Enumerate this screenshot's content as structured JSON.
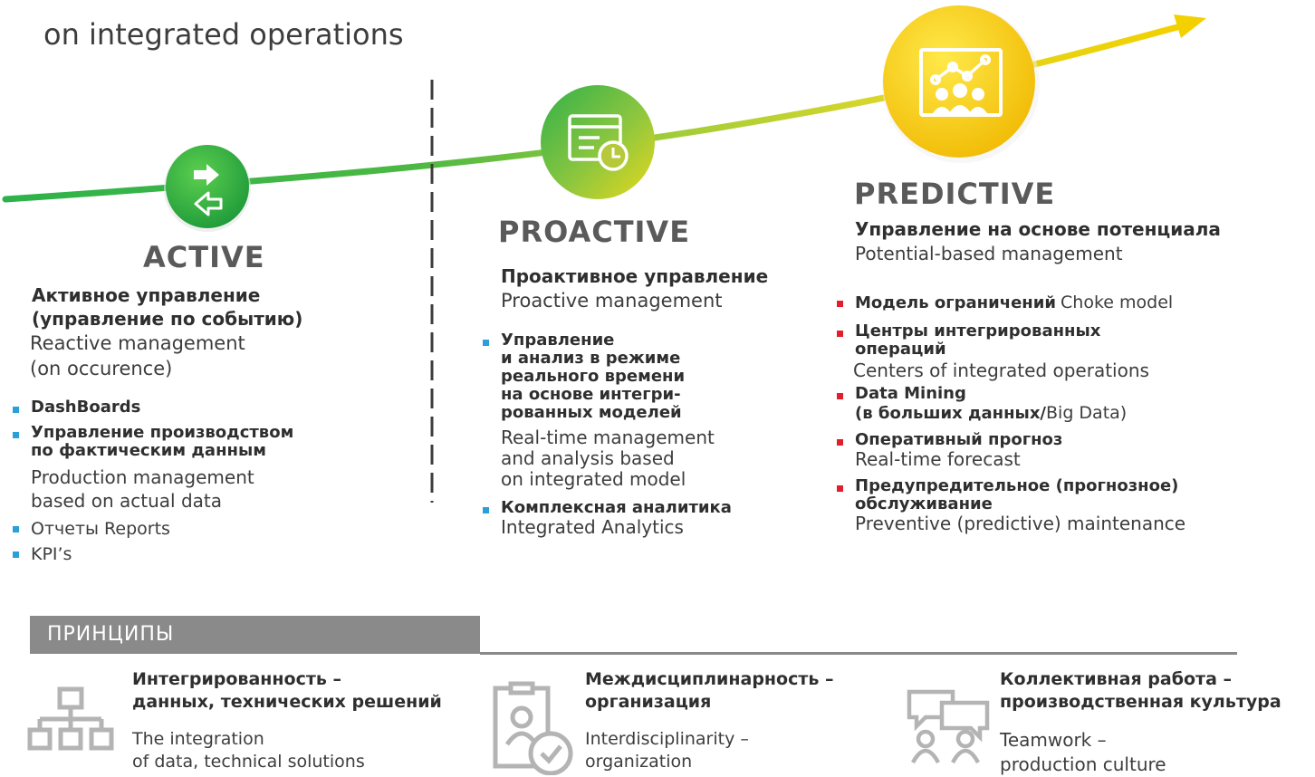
{
  "header": {
    "title": "on integrated operations"
  },
  "stages": [
    {
      "id": "active",
      "title": "ACTIVE",
      "heading_ru_line1": "Активное управление",
      "heading_ru_line2": "(управление по событию)",
      "heading_en_line1": "Reactive management",
      "heading_en_line2": "(on occurence)",
      "bullets": [
        {
          "ru": "DashBoards"
        },
        {
          "ru_line1": "Управление производством",
          "ru_line2": "по фактическим данным",
          "en_line1": "Production management",
          "en_line2": "based on actual data"
        },
        {
          "text": "Отчеты Reports"
        },
        {
          "text": "KPI’s"
        }
      ]
    },
    {
      "id": "proactive",
      "title": "PROACTIVE",
      "heading_ru": "Проактивное управление",
      "heading_en": "Proactive management",
      "bullets": [
        {
          "ru_lines": [
            "Управление",
            "и анализ в режиме",
            "реального времени",
            "на основе интегри-",
            "рованных моделей"
          ],
          "en_lines": [
            "Real-time management",
            "and analysis based",
            "on integrated model"
          ]
        },
        {
          "ru": "Комплексная аналитика",
          "en": "Integrated Analytics"
        }
      ]
    },
    {
      "id": "predictive",
      "title": "PREDICTIVE",
      "heading_ru": "Управление на основе потенциала",
      "heading_en": "Potential-based management",
      "bullets": [
        {
          "ru": "Модель ограничений",
          "en": "Choke model"
        },
        {
          "ru_line1": "Центры интегрированных",
          "ru_line2": "операций",
          "en": "Centers of integrated operations"
        },
        {
          "ru_line1": "Data Mining",
          "ru_line2": "(в больших данных/",
          "en": "Big Data)"
        },
        {
          "ru": "Оперативный прогноз",
          "en": "Real-time forecast"
        },
        {
          "ru_line1": "Предупредительное (прогнозное)",
          "ru_line2": "обслуживание",
          "en": "Preventive (predictive) maintenance"
        }
      ]
    }
  ],
  "principles": {
    "label": "ПРИНЦИПЫ",
    "items": [
      {
        "icon": "hierarchy-icon",
        "ru_line1": "Интегрированность –",
        "ru_line2": "данных, технических решений",
        "en_line1": "The integration",
        "en_line2": "of data, technical solutions"
      },
      {
        "icon": "clipboard-check-icon",
        "ru_line1": "Междисциплинарность –",
        "ru_line2": "организация",
        "en_line1": "Interdisciplinarity –",
        "en_line2": "organization"
      },
      {
        "icon": "team-chat-icon",
        "ru_line1": "Коллективная работа –",
        "ru_line2": "производственная культура",
        "en_line1": "Teamwork –",
        "en_line2": "production culture"
      }
    ]
  },
  "colors": {
    "green": "#2db24a",
    "lime": "#b7d336",
    "yellow": "#f3d000",
    "blue_bullet": "#2aa0d8",
    "red_bullet": "#e31d2b",
    "gray_bar": "#8a8a8a"
  }
}
